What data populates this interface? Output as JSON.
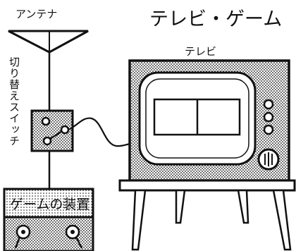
{
  "title": "テレビ・ゲーム",
  "labels": {
    "antenna": "アンテナ",
    "tv": "テレビ",
    "switch": "切り替えスイッチ",
    "game_device": "ゲームの装置"
  },
  "colors": {
    "ink": "#111111",
    "paper": "#ffffff",
    "screen_tone": "#bdbdbd"
  }
}
